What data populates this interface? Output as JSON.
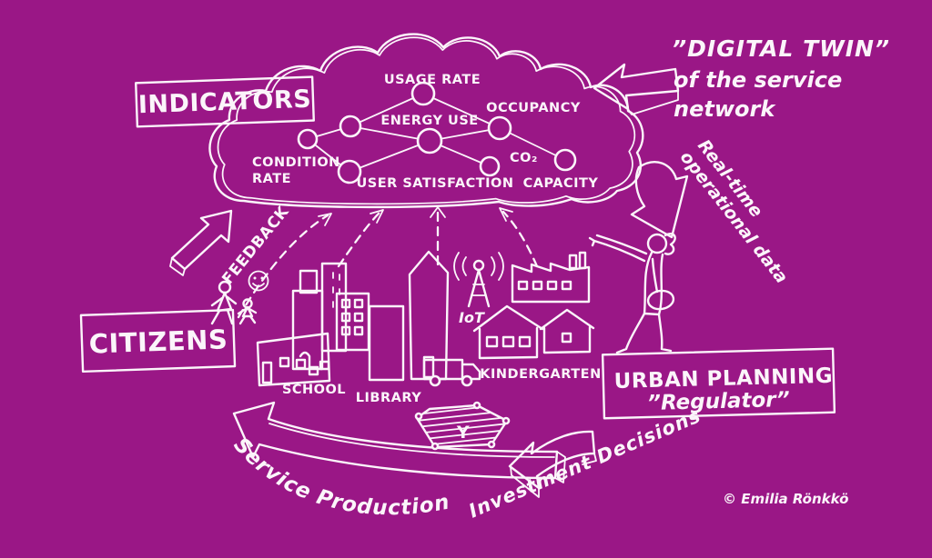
{
  "colors": {
    "background": "#9a1786",
    "ink": "#fbf5fa"
  },
  "cloud": {
    "title_box": "INDICATORS",
    "labels": {
      "usage_rate": "USAGE RATE",
      "energy_use": "ENERGY USE",
      "occupancy": "OCCUPANCY",
      "condition_rate_line1": "CONDITION",
      "condition_rate_line2": "RATE",
      "user_satisfaction": "USER SATISFACTION",
      "co2": "CO₂",
      "capacity": "CAPACITY"
    }
  },
  "annotations": {
    "digital_twin_line1": "”DIGITAL TWIN”",
    "digital_twin_line2": "of the service",
    "digital_twin_line3": "network",
    "realtime_line1": "Real-time",
    "realtime_line2": "operational data",
    "feedback": "FEEDBACK",
    "service_production": "Service Production",
    "investment_decisions": "Investment Decisions"
  },
  "actors": {
    "citizens_label": "CITIZENS",
    "urban_planning_line1": "URBAN PLANNING",
    "urban_planning_line2": "”Regulator”"
  },
  "city": {
    "school": "SCHOOL",
    "library": "LIBRARY",
    "kindergarten": "KINDERGARTEN",
    "iot": "IoT",
    "site_plan_marker": "Y"
  },
  "credit": "© Emilia Rönkkö"
}
